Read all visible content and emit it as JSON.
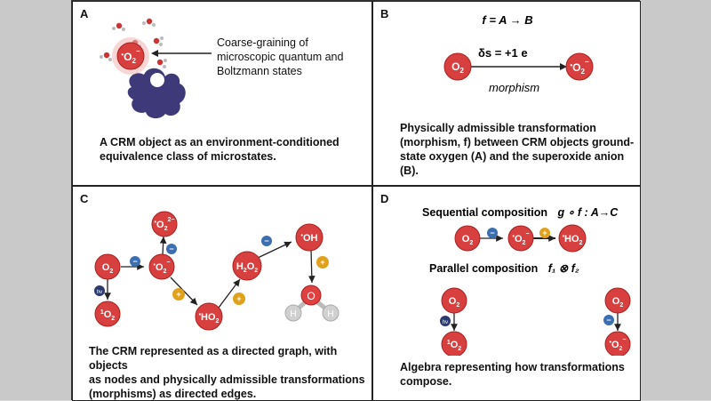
{
  "panels": {
    "a": {
      "label": "A",
      "callout": [
        "Coarse-graining of",
        "microscopic quantum and",
        "Boltzmann states"
      ],
      "caption": [
        "A CRM object as an environment-conditioned",
        "equivalence class of microstates."
      ]
    },
    "b": {
      "label": "B",
      "equation": "f = A → B",
      "delta": "δs = +1 e",
      "morphism_label": "morphism",
      "caption": [
        "Physically admissible transformation",
        "(morphism, f) between CRM objects ground-",
        "state oxygen (A) and the superoxide anion (B)."
      ]
    },
    "c": {
      "label": "C",
      "caption": [
        "The CRM represented as a directed graph, with objects",
        "as nodes and physically admissible transformations",
        "(morphisms) as directed edges."
      ]
    },
    "d": {
      "label": "D",
      "sequential_title": "Sequential composition",
      "sequential_expr": "g ∘ f : A→C",
      "parallel_title": "Parallel composition",
      "parallel_expr": "f₁ ⊗ f₂",
      "caption": [
        "Algebra representing how transformations",
        "compose."
      ]
    }
  },
  "species": {
    "o2": "O2",
    "superoxide": "•O2−",
    "singlet": "1O2",
    "ho2": "•HO2",
    "h2o2": "H2O2",
    "oh": "•OH",
    "peroxide_dianion": "•O2 2−"
  },
  "badges": {
    "minus": "−",
    "plus": "+",
    "hv": "hv"
  },
  "colors": {
    "node_fill": "#d84040",
    "node_stroke": "#a82020",
    "minus_badge": "#3b6fb0",
    "plus_badge": "#e0a21c",
    "hv_badge": "#2a3a70",
    "protein": "#3e3a7a"
  }
}
